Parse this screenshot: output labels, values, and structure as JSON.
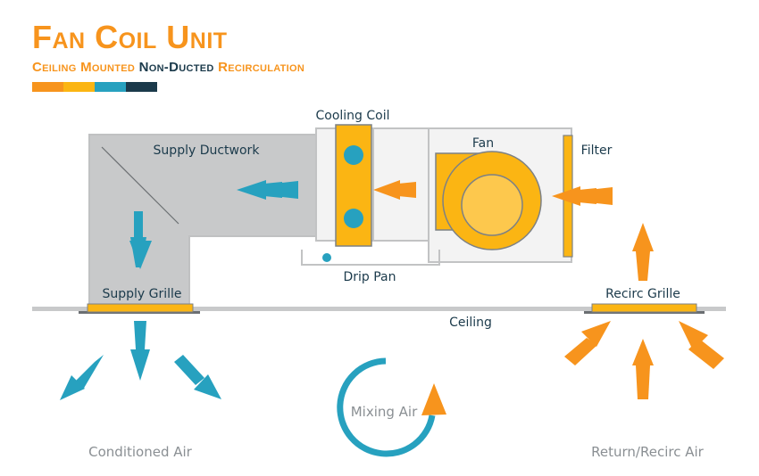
{
  "title": "Fan Coil Unit",
  "subtitle": {
    "part1": "Ceiling Mounted",
    "part2": "Non-Ducted",
    "part3": "Recirculation"
  },
  "palette": [
    "#f7941d",
    "#fbb513",
    "#27a1bf",
    "#1b3a4b"
  ],
  "labels": {
    "cooling_coil": "Cooling Coil",
    "fan": "Fan",
    "filter": "Filter",
    "supply_ductwork": "Supply Ductwork",
    "drip_pan": "Drip Pan",
    "supply_grille": "Supply Grille",
    "recirc_grille": "Recirc Grille",
    "ceiling": "Ceiling",
    "mixing_air": "Mixing Air",
    "conditioned_air": "Conditioned Air",
    "return_air": "Return/Recirc Air"
  }
}
